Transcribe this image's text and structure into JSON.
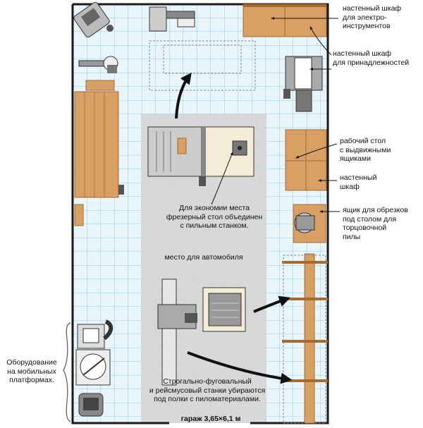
{
  "labels": {
    "power_tool_cabinet": [
      "настенный шкаф",
      "для электро-",
      "инструментов"
    ],
    "accessory_cabinet": [
      "настенный шкаф",
      "для принадлежностей"
    ],
    "workbench": [
      "рабочий стол",
      "с выдвижными",
      "ящиками"
    ],
    "wall_cabinet": [
      "настенный",
      "шкаф"
    ],
    "scrap_box": [
      "ящик для обрезков",
      "под столом для",
      "торцовочной",
      "пилы"
    ],
    "router_note": [
      "Для экономии места",
      "фрезерный стол объединен",
      "с пильным станком."
    ],
    "car_space": "место для автомобиля",
    "jointer_note": [
      "Строгально-фуговальный",
      "и рейсмусовый станки убираются",
      "под полки с пиломатериалами."
    ],
    "mobile_equipment": [
      "Оборудование",
      "на мобильных",
      "платформах."
    ],
    "garage_size": "гараж 3,65×6,1 м"
  },
  "colors": {
    "grid": "#8fd0ea",
    "floor": "#e8f6fc",
    "wood": "#d9a066",
    "wood_dark": "#a66a2e",
    "zone": "#d2d2d2",
    "wall": "#1a1a1a"
  }
}
